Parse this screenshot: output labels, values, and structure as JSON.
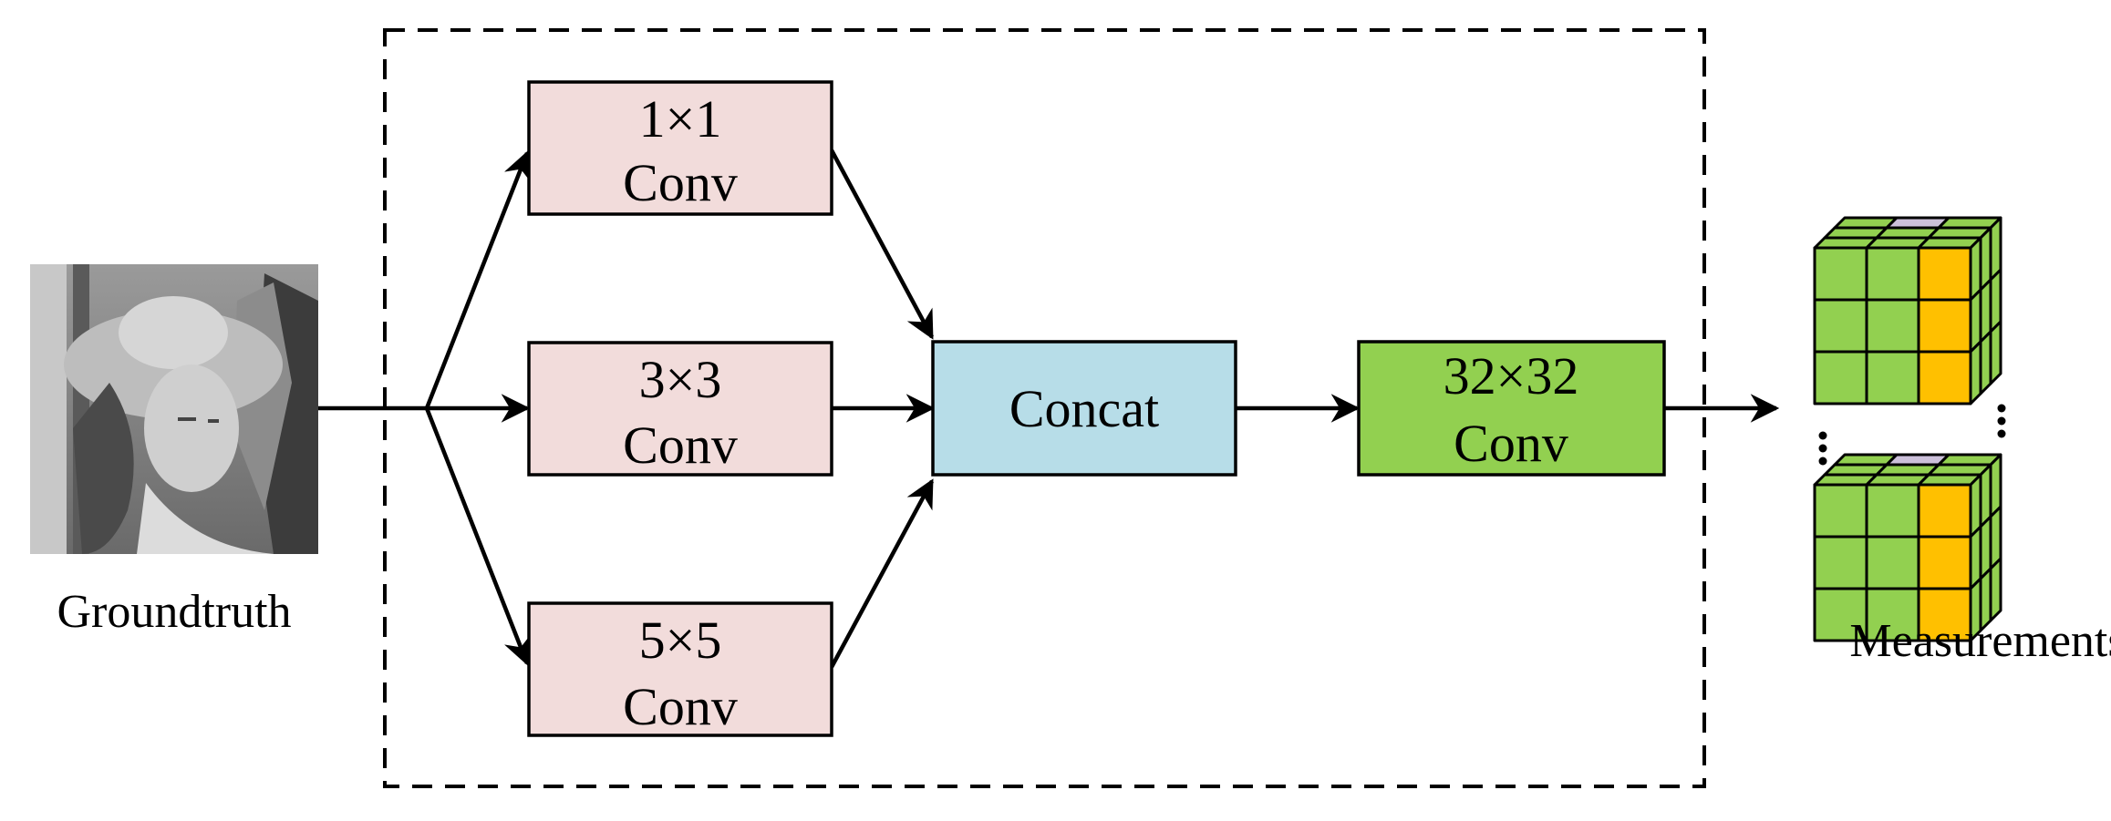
{
  "groundtruth": {
    "caption": "Groundtruth"
  },
  "branches": [
    {
      "size": "1×1",
      "op": "Conv"
    },
    {
      "size": "3×3",
      "op": "Conv"
    },
    {
      "size": "5×5",
      "op": "Conv"
    }
  ],
  "concat": {
    "label": "Concat"
  },
  "final_conv": {
    "size": "32×32",
    "op": "Conv"
  },
  "measurements": {
    "caption": "Measurements"
  },
  "colors": {
    "branch_box": "#f2dcdb",
    "concat_box": "#b7dde8",
    "final_box": "#92d050",
    "cube_green": "#92d050",
    "cube_orange": "#ffc000",
    "cube_lavender": "#ccc0da",
    "line": "#000000"
  }
}
